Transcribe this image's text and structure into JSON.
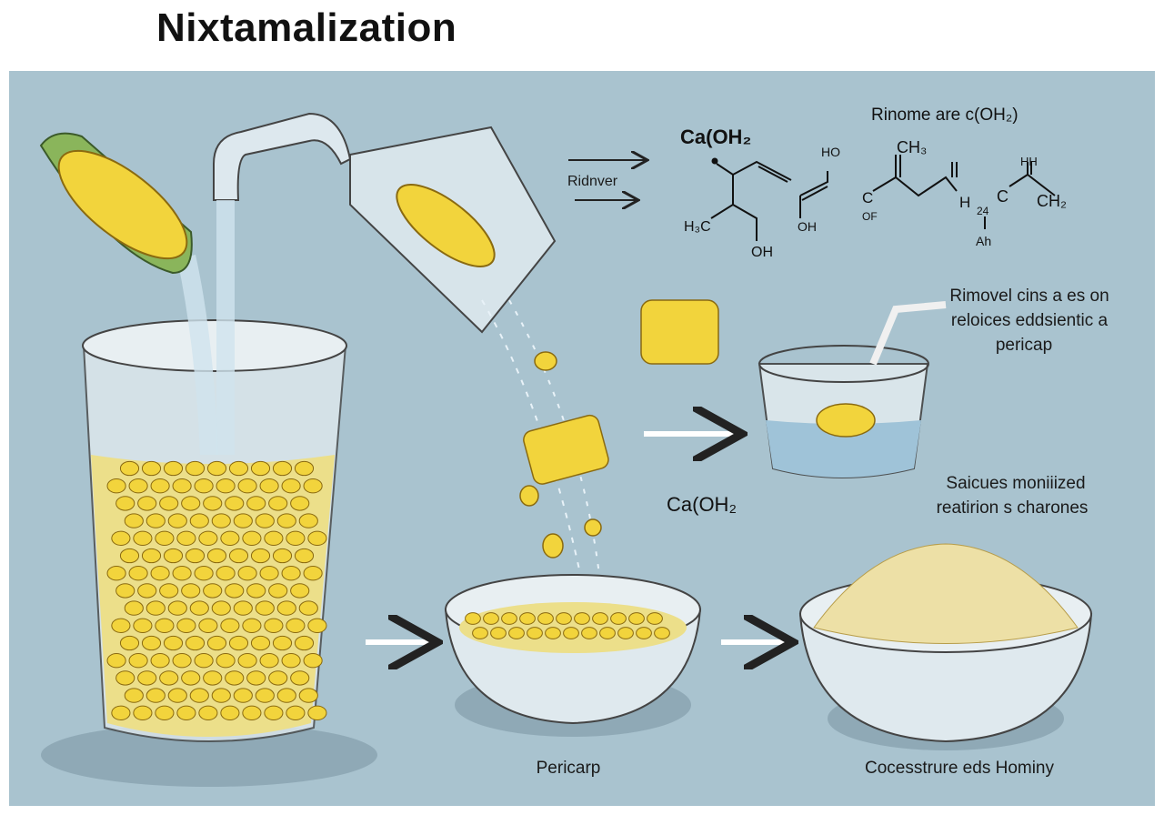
{
  "title": "Nixtamalization",
  "arrow_label": "Ridnver",
  "chem": {
    "reagent_top": "Ca(OH₂",
    "heading_right": "Rinome are c(OH₂)",
    "groups": [
      "HO",
      "OH",
      "H₃C",
      "OH",
      "CH₃",
      "C",
      "OF",
      "HH",
      "CH₂",
      "H",
      "24",
      "C",
      "Ah"
    ]
  },
  "step_text_1": [
    "Rimovel cins a es on",
    "reloices eddsientic a",
    "pericap"
  ],
  "step_text_2": [
    "Saicues moniiized",
    "reatirion s charones"
  ],
  "reagent_middle": "Ca(OH₂",
  "label_pericarp": "Pericarp",
  "label_hominy": "Cocesstrure eds Hominy",
  "colors": {
    "background": "#a9c3cf",
    "corn": "#f2d43c",
    "liquid": "#ecdf8a",
    "water": "#cfe3ee"
  }
}
